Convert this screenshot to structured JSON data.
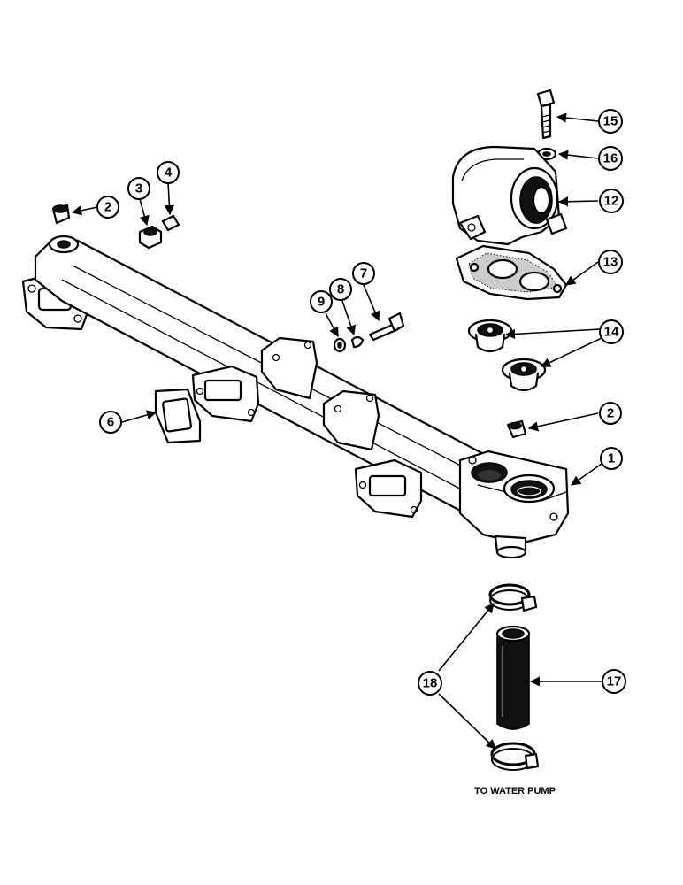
{
  "callouts": {
    "c1": "1",
    "c2a": "2",
    "c2b": "2",
    "c3": "3",
    "c4": "4",
    "c6": "6",
    "c7": "7",
    "c8": "8",
    "c9": "9",
    "c12": "12",
    "c13": "13",
    "c14": "14",
    "c15": "15",
    "c16": "16",
    "c17": "17",
    "c18": "18"
  },
  "caption": "TO WATER PUMP"
}
